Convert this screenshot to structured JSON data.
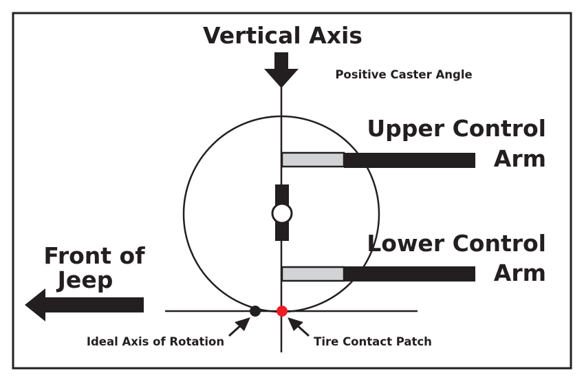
{
  "labels": {
    "vertical_axis": "Vertical Axis",
    "positive_caster_angle": "Positive Caster Angle",
    "upper_control_arm_line1": "Upper Control",
    "upper_control_arm_line2": "Arm",
    "lower_control_arm_line1": "Lower Control",
    "lower_control_arm_line2": "Arm",
    "front_of_jeep_line1": "Front of",
    "front_of_jeep_line2": "Jeep",
    "ideal_axis_of_rotation": "Ideal Axis of Rotation",
    "tire_contact_patch": "Tire Contact Patch"
  },
  "colors": {
    "ink": "#231f20",
    "arm_mount": "#d1d3d4",
    "contact_patch": "#ed1c24",
    "background": "#ffffff"
  }
}
